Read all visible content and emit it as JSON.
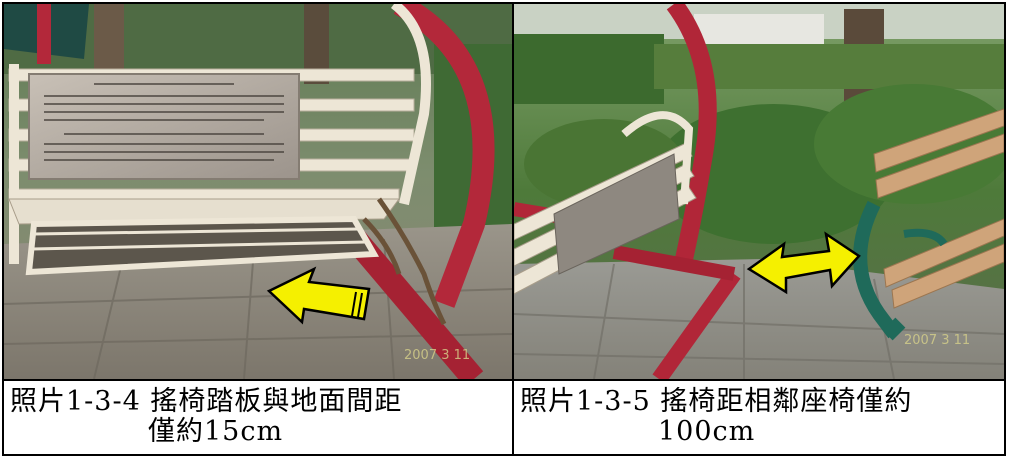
{
  "photos": [
    {
      "caption_line1": "照片1-3-4 搖椅踏板與地面間距",
      "caption_line2": "僅約15cm",
      "arrow_color": "#f5f000",
      "stamp": "2007 3 11"
    },
    {
      "caption_line1": "照片1-3-5 搖椅距相鄰座椅僅約",
      "caption_line2": "100cm",
      "arrow_color": "#f5f000",
      "stamp": "2007 3 11"
    }
  ]
}
